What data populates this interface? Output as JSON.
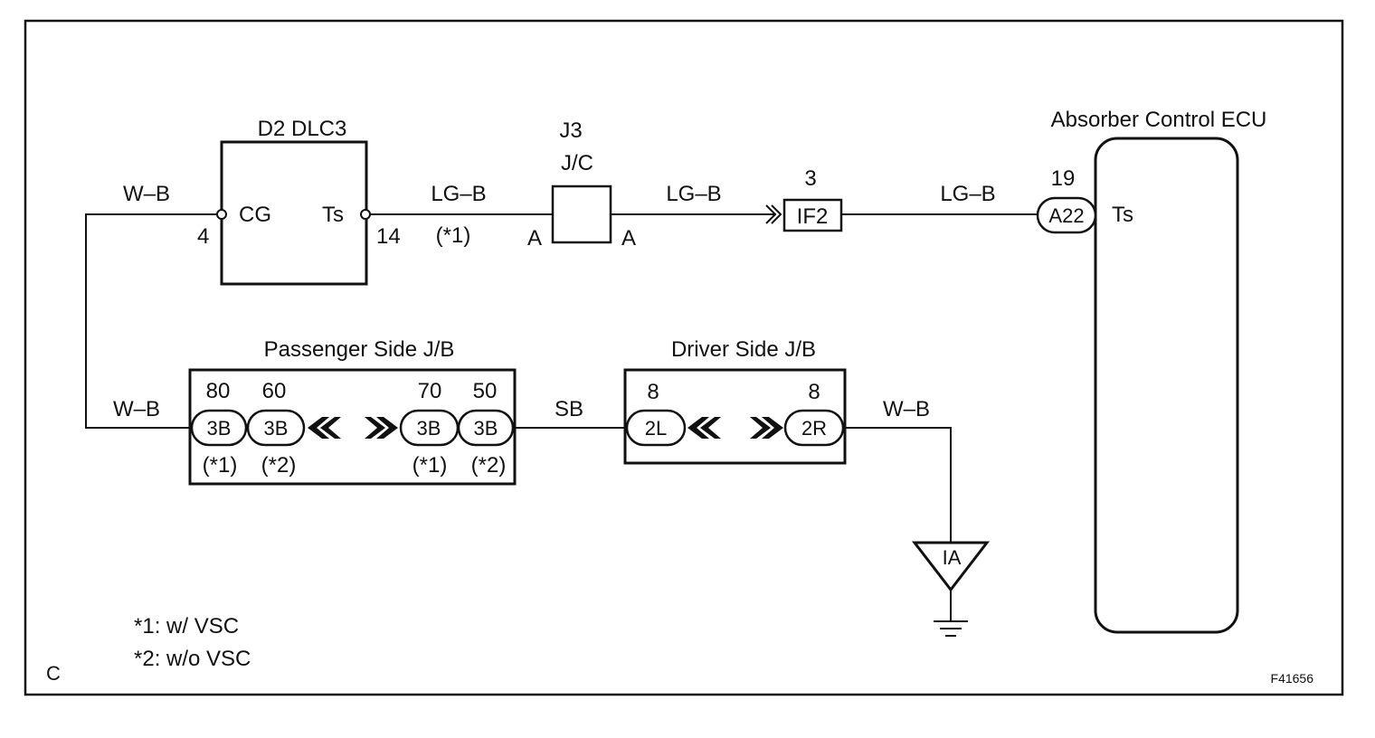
{
  "frame": {
    "section_letter": "C",
    "figure_id": "F41656"
  },
  "components": {
    "dlc3": {
      "title": "D2 DLC3",
      "pin_cg_label": "CG",
      "pin_ts_label": "Ts",
      "pin_cg_number": "4",
      "pin_ts_number": "14"
    },
    "jc": {
      "title_line1": "J3",
      "title_line2": "J/C",
      "left_label": "A",
      "right_label": "A"
    },
    "if2": {
      "pin_number": "3",
      "label": "IF2"
    },
    "ecu": {
      "title": "Absorber Control ECU",
      "connector_pin": "19",
      "connector": "A22",
      "terminal": "Ts"
    },
    "passenger_jb": {
      "title": "Passenger Side J/B",
      "connectors": [
        {
          "pin": "80",
          "label": "3B",
          "note": "(*1)"
        },
        {
          "pin": "60",
          "label": "3B",
          "note": "(*2)"
        },
        {
          "pin": "70",
          "label": "3B",
          "note": "(*1)"
        },
        {
          "pin": "50",
          "label": "3B",
          "note": "(*2)"
        }
      ]
    },
    "driver_jb": {
      "title": "Driver Side J/B",
      "connectors": [
        {
          "pin": "8",
          "label": "2L"
        },
        {
          "pin": "8",
          "label": "2R"
        }
      ]
    },
    "ground": {
      "label": "IA"
    }
  },
  "wires": {
    "wb_top": "W–B",
    "lgb_1": "LG–B",
    "lgb_1_note": "(*1)",
    "lgb_2": "LG–B",
    "lgb_3": "LG–B",
    "wb_left": "W–B",
    "sb": "SB",
    "wb_right": "W–B"
  },
  "notes": {
    "note1": "*1: w/ VSC",
    "note2": "*2: w/o VSC"
  }
}
